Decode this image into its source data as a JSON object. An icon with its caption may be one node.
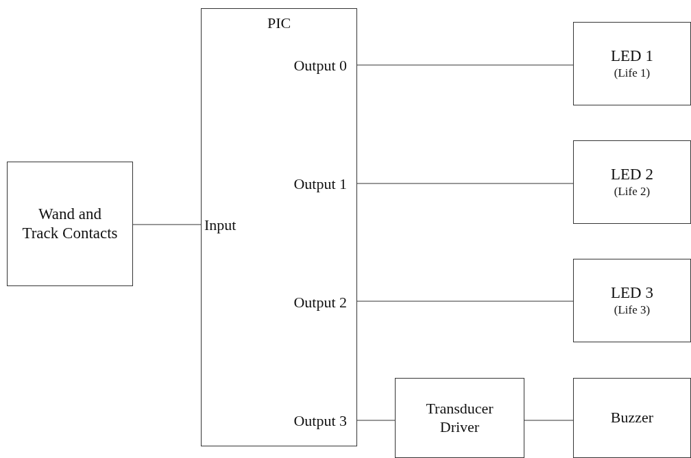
{
  "diagram": {
    "nodes": [
      {
        "text": [
          "Wand and Track Contacts"
        ]
      },
      {
        "text": [
          "PIC",
          "Output 0",
          "Output 1",
          "Input",
          "Output 2",
          "Output 3"
        ]
      },
      {
        "text": [
          "LED 1",
          "(Life 1)"
        ]
      },
      {
        "text": [
          "LED 2",
          "(Life 2)"
        ]
      },
      {
        "text": [
          "LED 3",
          "(Life 3)"
        ]
      },
      {
        "text": [
          "Transducer Driver"
        ]
      },
      {
        "text": [
          "Buzzer"
        ]
      }
    ],
    "edges": [
      {
        "from": 0,
        "to": 1,
        "arrow": "none"
      },
      {
        "from": 1,
        "to": 2,
        "arrow": "none"
      },
      {
        "from": 1,
        "to": 3,
        "arrow": "none"
      },
      {
        "from": 1,
        "to": 4,
        "arrow": "none"
      },
      {
        "from": 1,
        "to": 5,
        "arrow": "none"
      },
      {
        "from": 5,
        "to": 6,
        "arrow": "none"
      }
    ]
  }
}
